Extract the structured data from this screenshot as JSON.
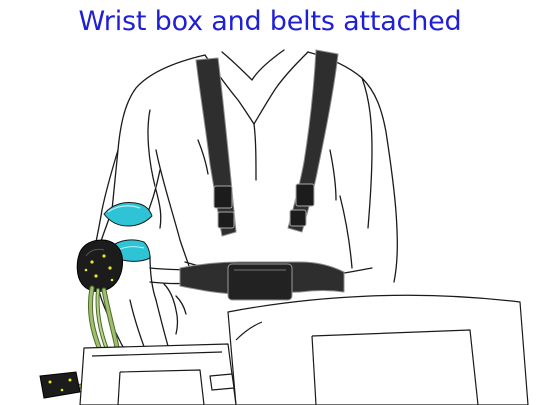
{
  "title": "Wrist box and belts attached",
  "colors": {
    "title": "#1f1fd6",
    "outline": "#1a1a1a",
    "harness": "#2e2e2e",
    "harness_edge": "#8c8c8c",
    "wrist_band": "#2ec4d6",
    "cable": "#9fbe6e",
    "cable_edge": "#4f6b2b",
    "device": "#1c1c1c",
    "device_dot": "#e6e62e"
  },
  "icons": {
    "figure": "person-wearing-harness-illustration",
    "harness": "chest-harness-straps",
    "wrist_box": "wrist-box-device",
    "connector": "cable-connector-plug"
  }
}
